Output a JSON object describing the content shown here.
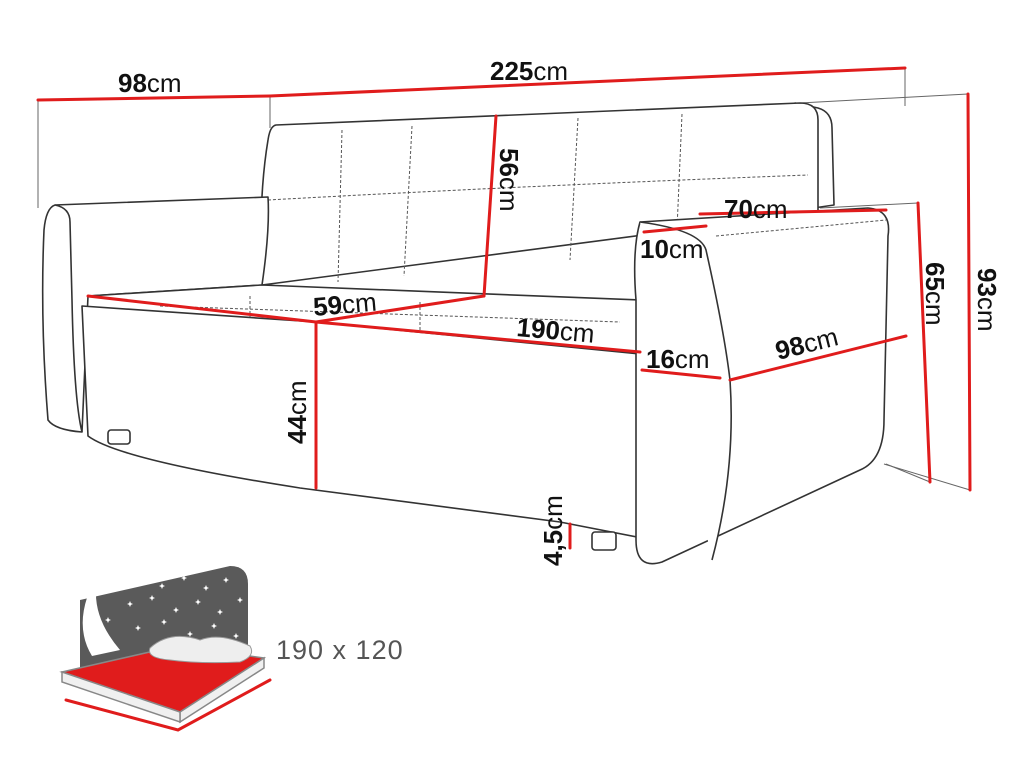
{
  "dimensions": {
    "total_width": {
      "value": "225",
      "unit": "cm"
    },
    "total_depth": {
      "value": "98",
      "unit": "cm"
    },
    "total_height": {
      "value": "93",
      "unit": "cm"
    },
    "armrest_height": {
      "value": "65",
      "unit": "cm"
    },
    "armrest_length": {
      "value": "70",
      "unit": "cm"
    },
    "armrest_top_width": {
      "value": "10",
      "unit": "cm"
    },
    "armrest_base_width": {
      "value": "16",
      "unit": "cm"
    },
    "side_depth": {
      "value": "98",
      "unit": "cm"
    },
    "backrest_height": {
      "value": "56",
      "unit": "cm"
    },
    "seat_depth": {
      "value": "59",
      "unit": "cm"
    },
    "seat_width": {
      "value": "190",
      "unit": "cm"
    },
    "seat_height": {
      "value": "44",
      "unit": "cm"
    },
    "ground_clearance": {
      "value": "4,5",
      "unit": "cm"
    }
  },
  "sleeping_area": "190 x 120",
  "colors": {
    "measure_line": "#e01c1c",
    "outline": "#333333",
    "label": "#111111",
    "bed_label": "#555555",
    "bed_background": "#5a5a5a"
  },
  "icons": {
    "bed_icon": "bed-with-night-sky-icon"
  }
}
